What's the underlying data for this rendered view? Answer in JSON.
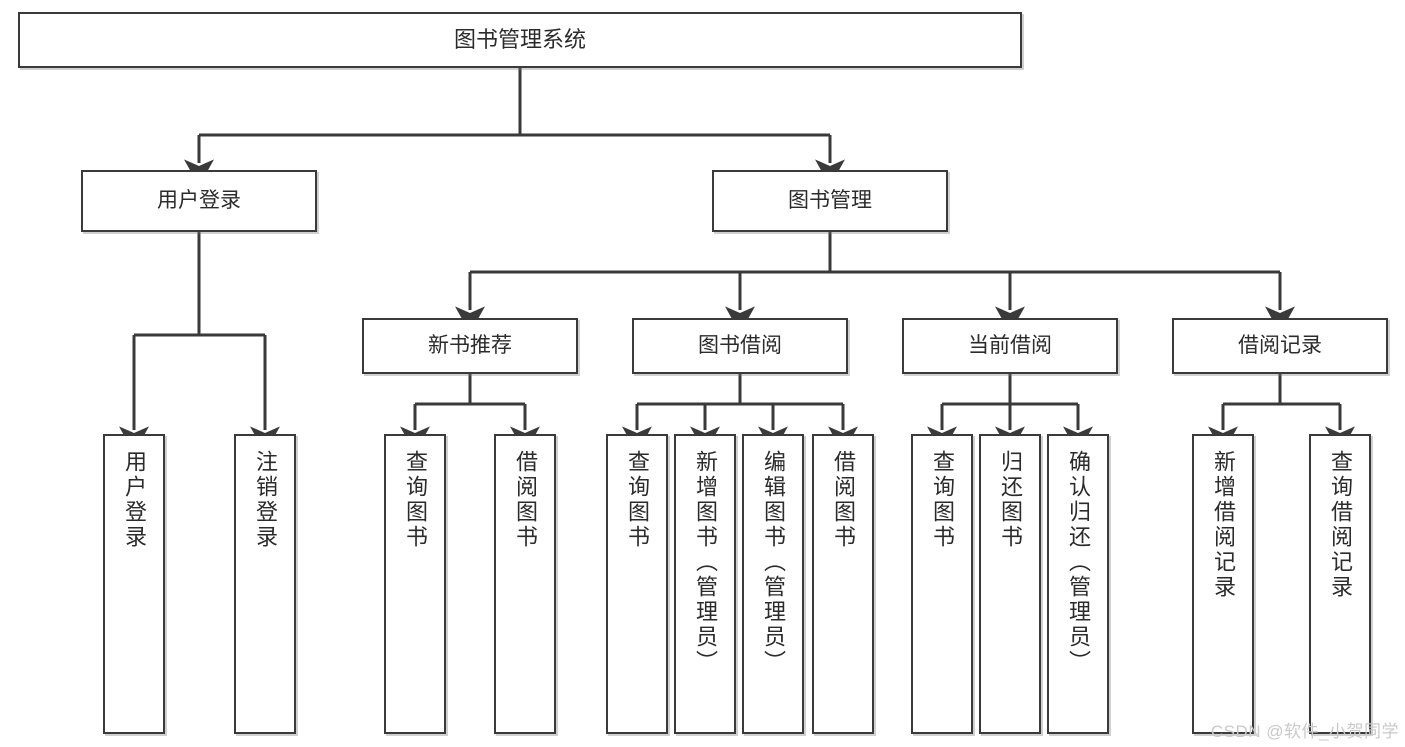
{
  "diagram": {
    "type": "tree-hierarchy-chart",
    "title": "图书管理系统",
    "watermark": "CSDN @软件_小贺同学",
    "colors": {
      "box_border": "#3a3a3a",
      "box_fill": "#ffffff",
      "connector": "#3a3a3a",
      "text": "#2b2b2b",
      "watermark": "#c9c9c9"
    },
    "levels": {
      "root": {
        "label": "图书管理系统"
      },
      "level2": [
        {
          "id": "user-login",
          "label": "用户登录"
        },
        {
          "id": "book-management",
          "label": "图书管理"
        }
      ],
      "level3": [
        {
          "id": "new-book-recommend",
          "label": "新书推荐",
          "parent": "book-management"
        },
        {
          "id": "book-borrow",
          "label": "图书借阅",
          "parent": "book-management"
        },
        {
          "id": "current-borrow",
          "label": "当前借阅",
          "parent": "book-management"
        },
        {
          "id": "borrow-record",
          "label": "借阅记录",
          "parent": "book-management"
        }
      ],
      "leaves": [
        {
          "id": "leaf-user-login",
          "label": "用户登录",
          "parent": "user-login"
        },
        {
          "id": "leaf-logout-login",
          "label": "注销登录",
          "parent": "user-login"
        },
        {
          "id": "leaf-query-book-1",
          "label": "查询图书",
          "parent": "new-book-recommend"
        },
        {
          "id": "leaf-borrow-book-1",
          "label": "借阅图书",
          "parent": "new-book-recommend"
        },
        {
          "id": "leaf-query-book-2",
          "label": "查询图书",
          "parent": "book-borrow"
        },
        {
          "id": "leaf-add-book",
          "label": "新增图书（管理员）",
          "parent": "book-borrow"
        },
        {
          "id": "leaf-edit-book",
          "label": "编辑图书（管理员）",
          "parent": "book-borrow"
        },
        {
          "id": "leaf-borrow-book-2",
          "label": "借阅图书",
          "parent": "book-borrow"
        },
        {
          "id": "leaf-query-book-3",
          "label": "查询图书",
          "parent": "current-borrow"
        },
        {
          "id": "leaf-return-book",
          "label": "归还图书",
          "parent": "current-borrow"
        },
        {
          "id": "leaf-confirm-return",
          "label": "确认归还（管理员）",
          "parent": "current-borrow"
        },
        {
          "id": "leaf-add-record",
          "label": "新增借阅记录",
          "parent": "borrow-record"
        },
        {
          "id": "leaf-query-record",
          "label": "查询借阅记录",
          "parent": "borrow-record"
        }
      ]
    }
  }
}
